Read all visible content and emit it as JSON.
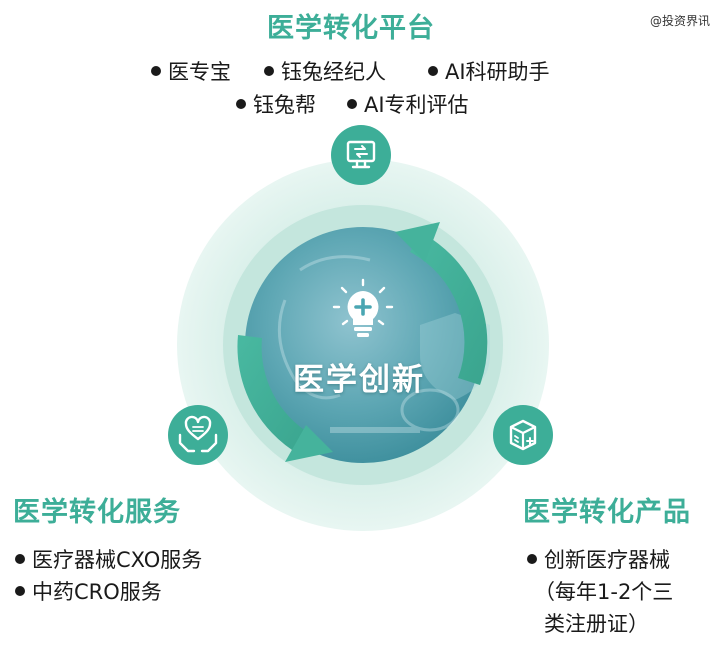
{
  "watermark": "@投资界讯",
  "center": {
    "label": "医学创新"
  },
  "platform": {
    "title": "医学转化平台",
    "items": [
      "医专宝",
      "钰兔经纪人",
      "AI科研助手",
      "钰兔帮",
      "AI专利评估"
    ]
  },
  "services": {
    "title": "医学转化服务",
    "items": [
      "医疗器械CXO服务",
      "中药CRO服务"
    ]
  },
  "products": {
    "title": "医学转化产品",
    "item_line1": "创新医疗器械",
    "item_line2": "（每年1-2个三",
    "item_line3": "类注册证）"
  },
  "icons": {
    "platform": "monitor-icon",
    "services": "heart-hands-icon",
    "products": "product-box-icon",
    "center": "lightbulb-plus-icon"
  },
  "colors": {
    "accent": "#3dae98",
    "ring_light": "#e3f4ef",
    "text": "#1a1a1a"
  }
}
